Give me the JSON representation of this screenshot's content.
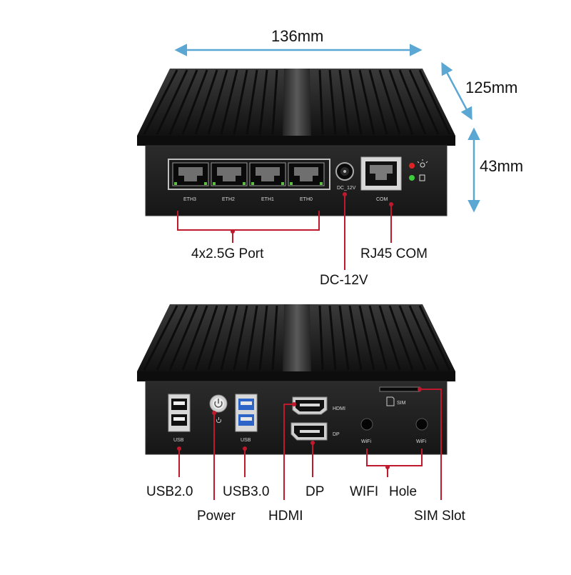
{
  "dimensions": {
    "width": "136mm",
    "depth": "125mm",
    "height": "43mm"
  },
  "front_panel": {
    "port_labels": [
      "ETH3",
      "ETH2",
      "ETH1",
      "ETH0"
    ],
    "dc_label": "DC_12V",
    "com_label": "COM",
    "callouts": {
      "ethernet": "4x2.5G Port",
      "dc": "DC-12V",
      "com": "RJ45 COM"
    }
  },
  "rear_panel": {
    "port_labels": {
      "usb2": "USB",
      "usb3": "USB",
      "hdmi": "HDMI",
      "dp": "DP",
      "wifi_left": "WiFi",
      "wifi_right": "WiFi",
      "sim": "SIM"
    },
    "callouts": {
      "usb2": "USB2.0",
      "usb3": "USB3.0",
      "dp": "DP",
      "wifi": "WIFI",
      "wifi_hole": "Hole",
      "power": "Power",
      "hdmi": "HDMI",
      "sim": "SIM Slot"
    }
  },
  "colors": {
    "dimension_arrow": "#5aa7d4",
    "callout_line": "#c0182d",
    "chassis": "#1a1a1a"
  }
}
